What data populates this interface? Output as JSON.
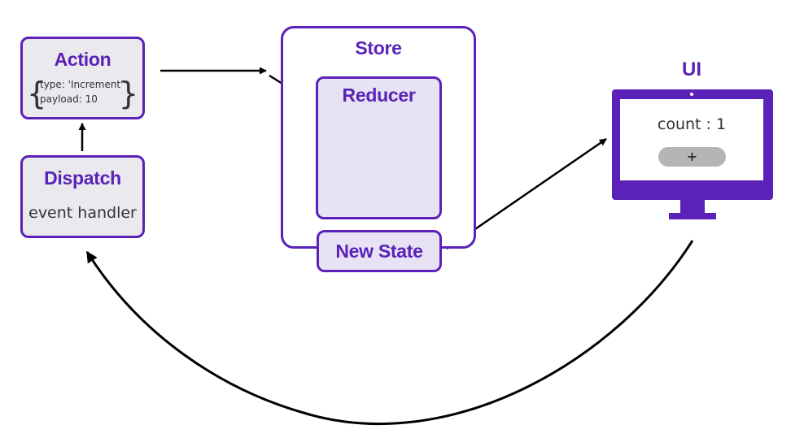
{
  "action": {
    "title": "Action",
    "brace_open": "{",
    "brace_close": "}",
    "type_line": "type: 'Increment'",
    "payload_line": "payload: 10"
  },
  "dispatch": {
    "title": "Dispatch",
    "subtitle": "event handler"
  },
  "store": {
    "title": "Store",
    "reducer_title": "Reducer",
    "new_state_title": "New State"
  },
  "ui": {
    "title": "UI",
    "screen_text": "count : 1",
    "button_label": "+"
  },
  "colors": {
    "accent": "#5a22b8",
    "box_fill": "#e9e9ee",
    "reducer_fill": "#e7e3f4",
    "arrow": "#000000",
    "button_fill": "#b5b5b5"
  }
}
